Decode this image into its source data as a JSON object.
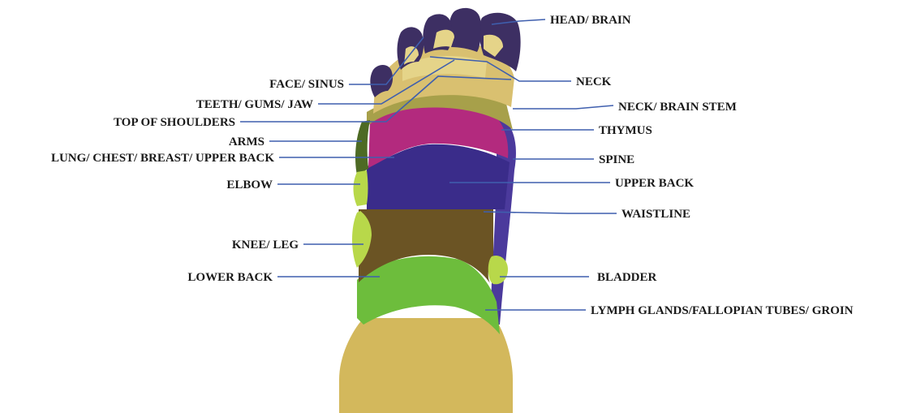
{
  "labels": {
    "left": {
      "face_sinus": "FACE/ SINUS",
      "teeth_gums_jaw": "TEETH/ GUMS/ JAW",
      "top_of_shoulders": "TOP OF SHOULDERS",
      "arms": "ARMS",
      "lung_chest": "LUNG/ CHEST/ BREAST/ UPPER BACK",
      "elbow": "ELBOW",
      "knee_leg": "KNEE/ LEG",
      "lower_back": "LOWER BACK"
    },
    "right": {
      "head_brain": "HEAD/ BRAIN",
      "neck": "NECK",
      "neck_brain_stem": "NECK/ BRAIN STEM",
      "thymus": "THYMUS",
      "spine": "SPINE",
      "upper_back": "UPPER BACK",
      "waistline": "WAISTLINE",
      "bladder": "BLADDER",
      "lymph": "LYMPH GLANDS/FALLOPIAN TUBES/ GROIN"
    }
  },
  "colors": {
    "heel": "#d3b85c",
    "toes": "#3d2f63",
    "face": "#d9c070",
    "teeth": "#e5d489",
    "neck_band": "#a7a04a",
    "lung": "#b32a7e",
    "upper_back": "#3a2c8a",
    "spine": "#4b3a9c",
    "lower_back": "#6b5424",
    "pelvis": "#6dbd3c",
    "arm": "#4d6a24",
    "elbow_knee": "#b8d84a",
    "lines": "#3f5fae"
  }
}
